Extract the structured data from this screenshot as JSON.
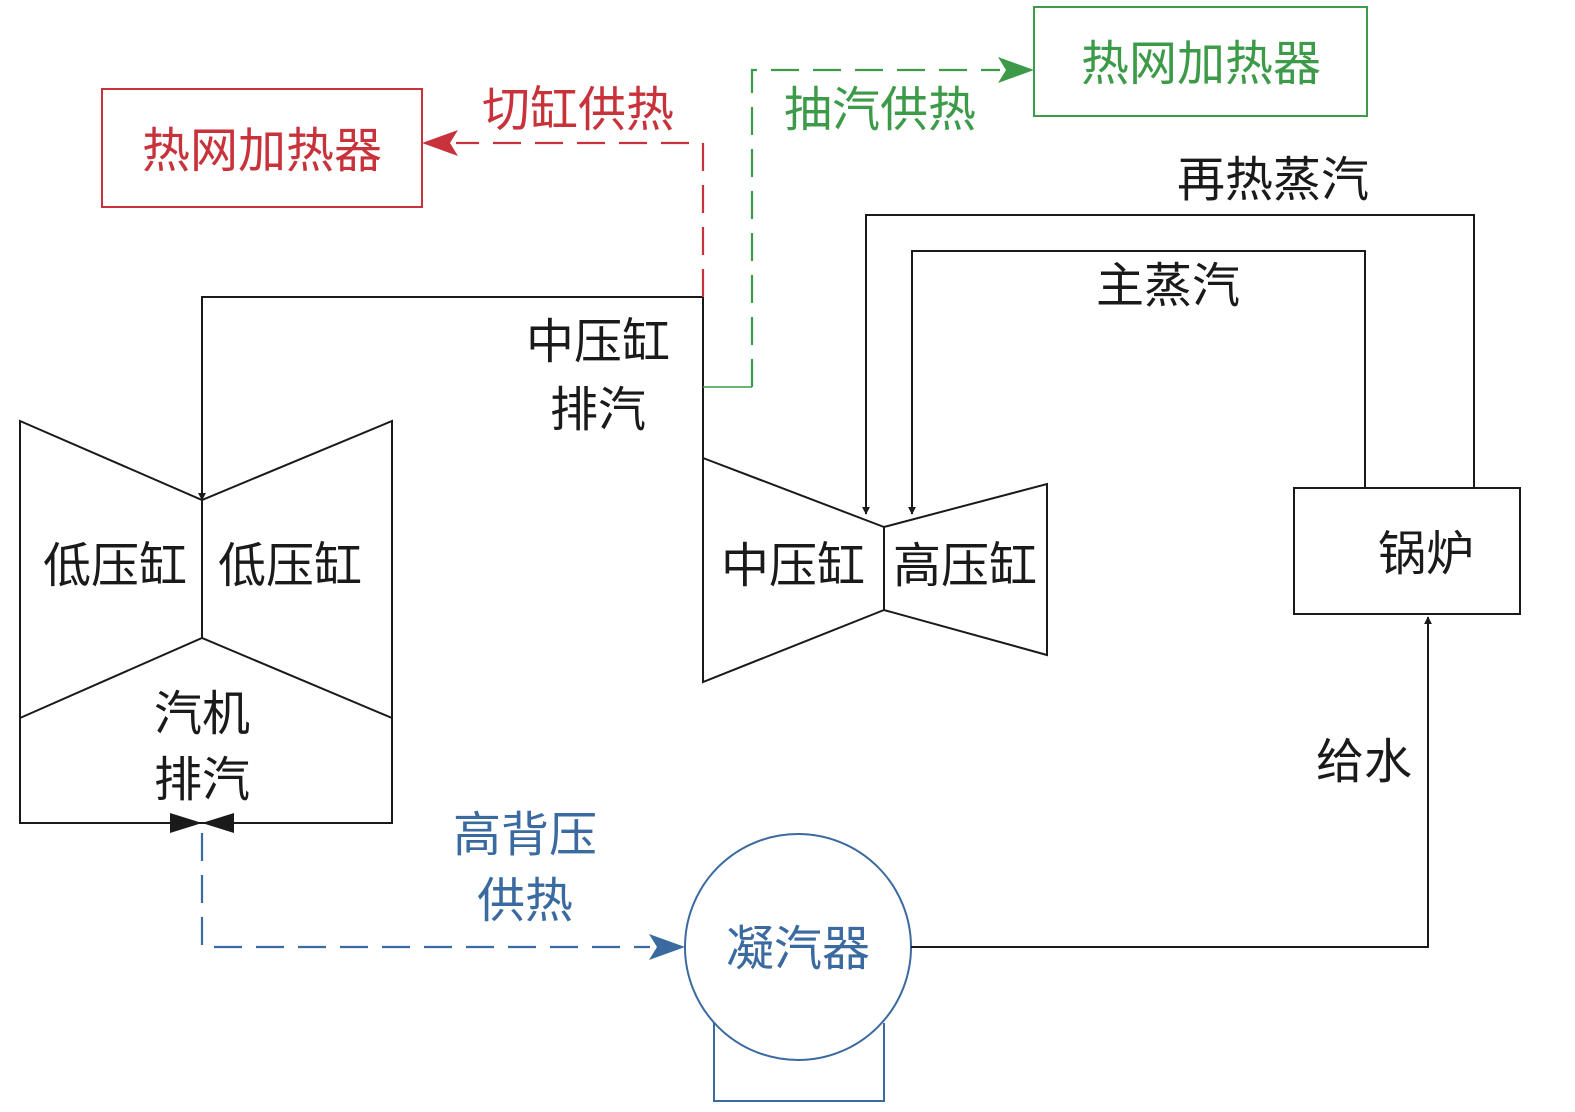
{
  "colors": {
    "black": "#1a1a1a",
    "red": "#c8323a",
    "green": "#3c9a48",
    "blue": "#3a6aa0"
  },
  "labels": {
    "heater_red": "热网加热器",
    "heater_green": "热网加热器",
    "cut_cylinder_supply": "切缸供热",
    "extraction_supply": "抽汽供热",
    "reheat_steam": "再热蒸汽",
    "main_steam": "主蒸汽",
    "ip_exhaust_1": "中压缸",
    "ip_exhaust_2": "排汽",
    "lp_left": "低压缸",
    "lp_right": "低压缸",
    "ip": "中压缸",
    "hp": "高压缸",
    "boiler": "锅炉",
    "turbine_exhaust_1": "汽机",
    "turbine_exhaust_2": "排汽",
    "feedwater": "给水",
    "high_backpressure_1": "高背压",
    "high_backpressure_2": "供热",
    "condenser": "凝汽器"
  }
}
